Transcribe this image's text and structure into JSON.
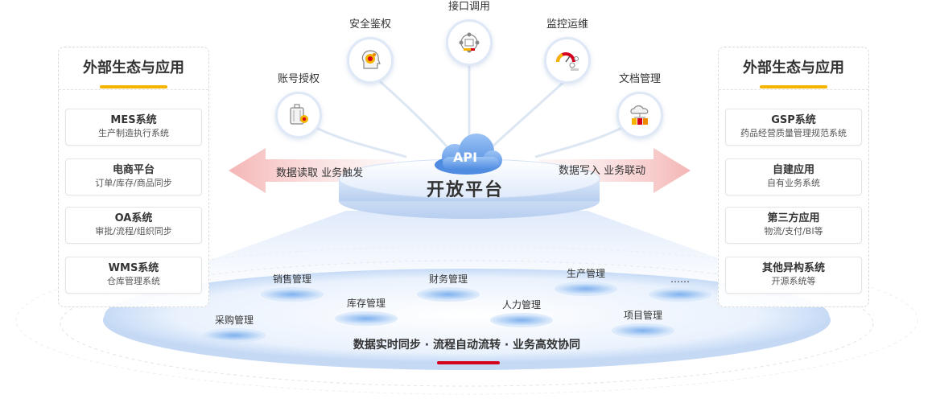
{
  "left_panel": {
    "title": "外部生态与应用",
    "items": [
      {
        "name": "MES系统",
        "desc": "生产制造执行系统"
      },
      {
        "name": "电商平台",
        "desc": "订单/库存/商品同步"
      },
      {
        "name": "OA系统",
        "desc": "审批/流程/组织同步"
      },
      {
        "name": "WMS系统",
        "desc": "仓库管理系统"
      }
    ]
  },
  "right_panel": {
    "title": "外部生态与应用",
    "items": [
      {
        "name": "GSP系统",
        "desc": "药品经营质量管理规范系统"
      },
      {
        "name": "自建应用",
        "desc": "自有业务系统"
      },
      {
        "name": "第三方应用",
        "desc": "物流/支付/BI等"
      },
      {
        "name": "其他异构系统",
        "desc": "开源系统等"
      }
    ]
  },
  "capabilities": [
    {
      "label": "账号授权",
      "icon": "luggage-badge-icon"
    },
    {
      "label": "安全鉴权",
      "icon": "head-gear-icon"
    },
    {
      "label": "接口调用",
      "icon": "network-nodes-icon"
    },
    {
      "label": "监控运维",
      "icon": "monitor-gauge-icon"
    },
    {
      "label": "文档管理",
      "icon": "cloud-docs-icon"
    }
  ],
  "platform": {
    "api_label": "API",
    "title": "开放平台",
    "read_flow": "数据读取  业务触发",
    "write_flow": "数据写入  业务联动"
  },
  "modules": [
    {
      "label": "采购管理"
    },
    {
      "label": "销售管理"
    },
    {
      "label": "库存管理"
    },
    {
      "label": "财务管理"
    },
    {
      "label": "人力管理"
    },
    {
      "label": "生产管理"
    },
    {
      "label": "项目管理"
    },
    {
      "label": "……"
    }
  ],
  "tagline": "数据实时同步 · 流程自动流转 · 业务高效协同",
  "colors": {
    "accent_yellow": "#f5b400",
    "accent_red": "#d6001c",
    "arrow_pink": "#f7c9c9",
    "platform_blue": "#cfe0f7"
  }
}
